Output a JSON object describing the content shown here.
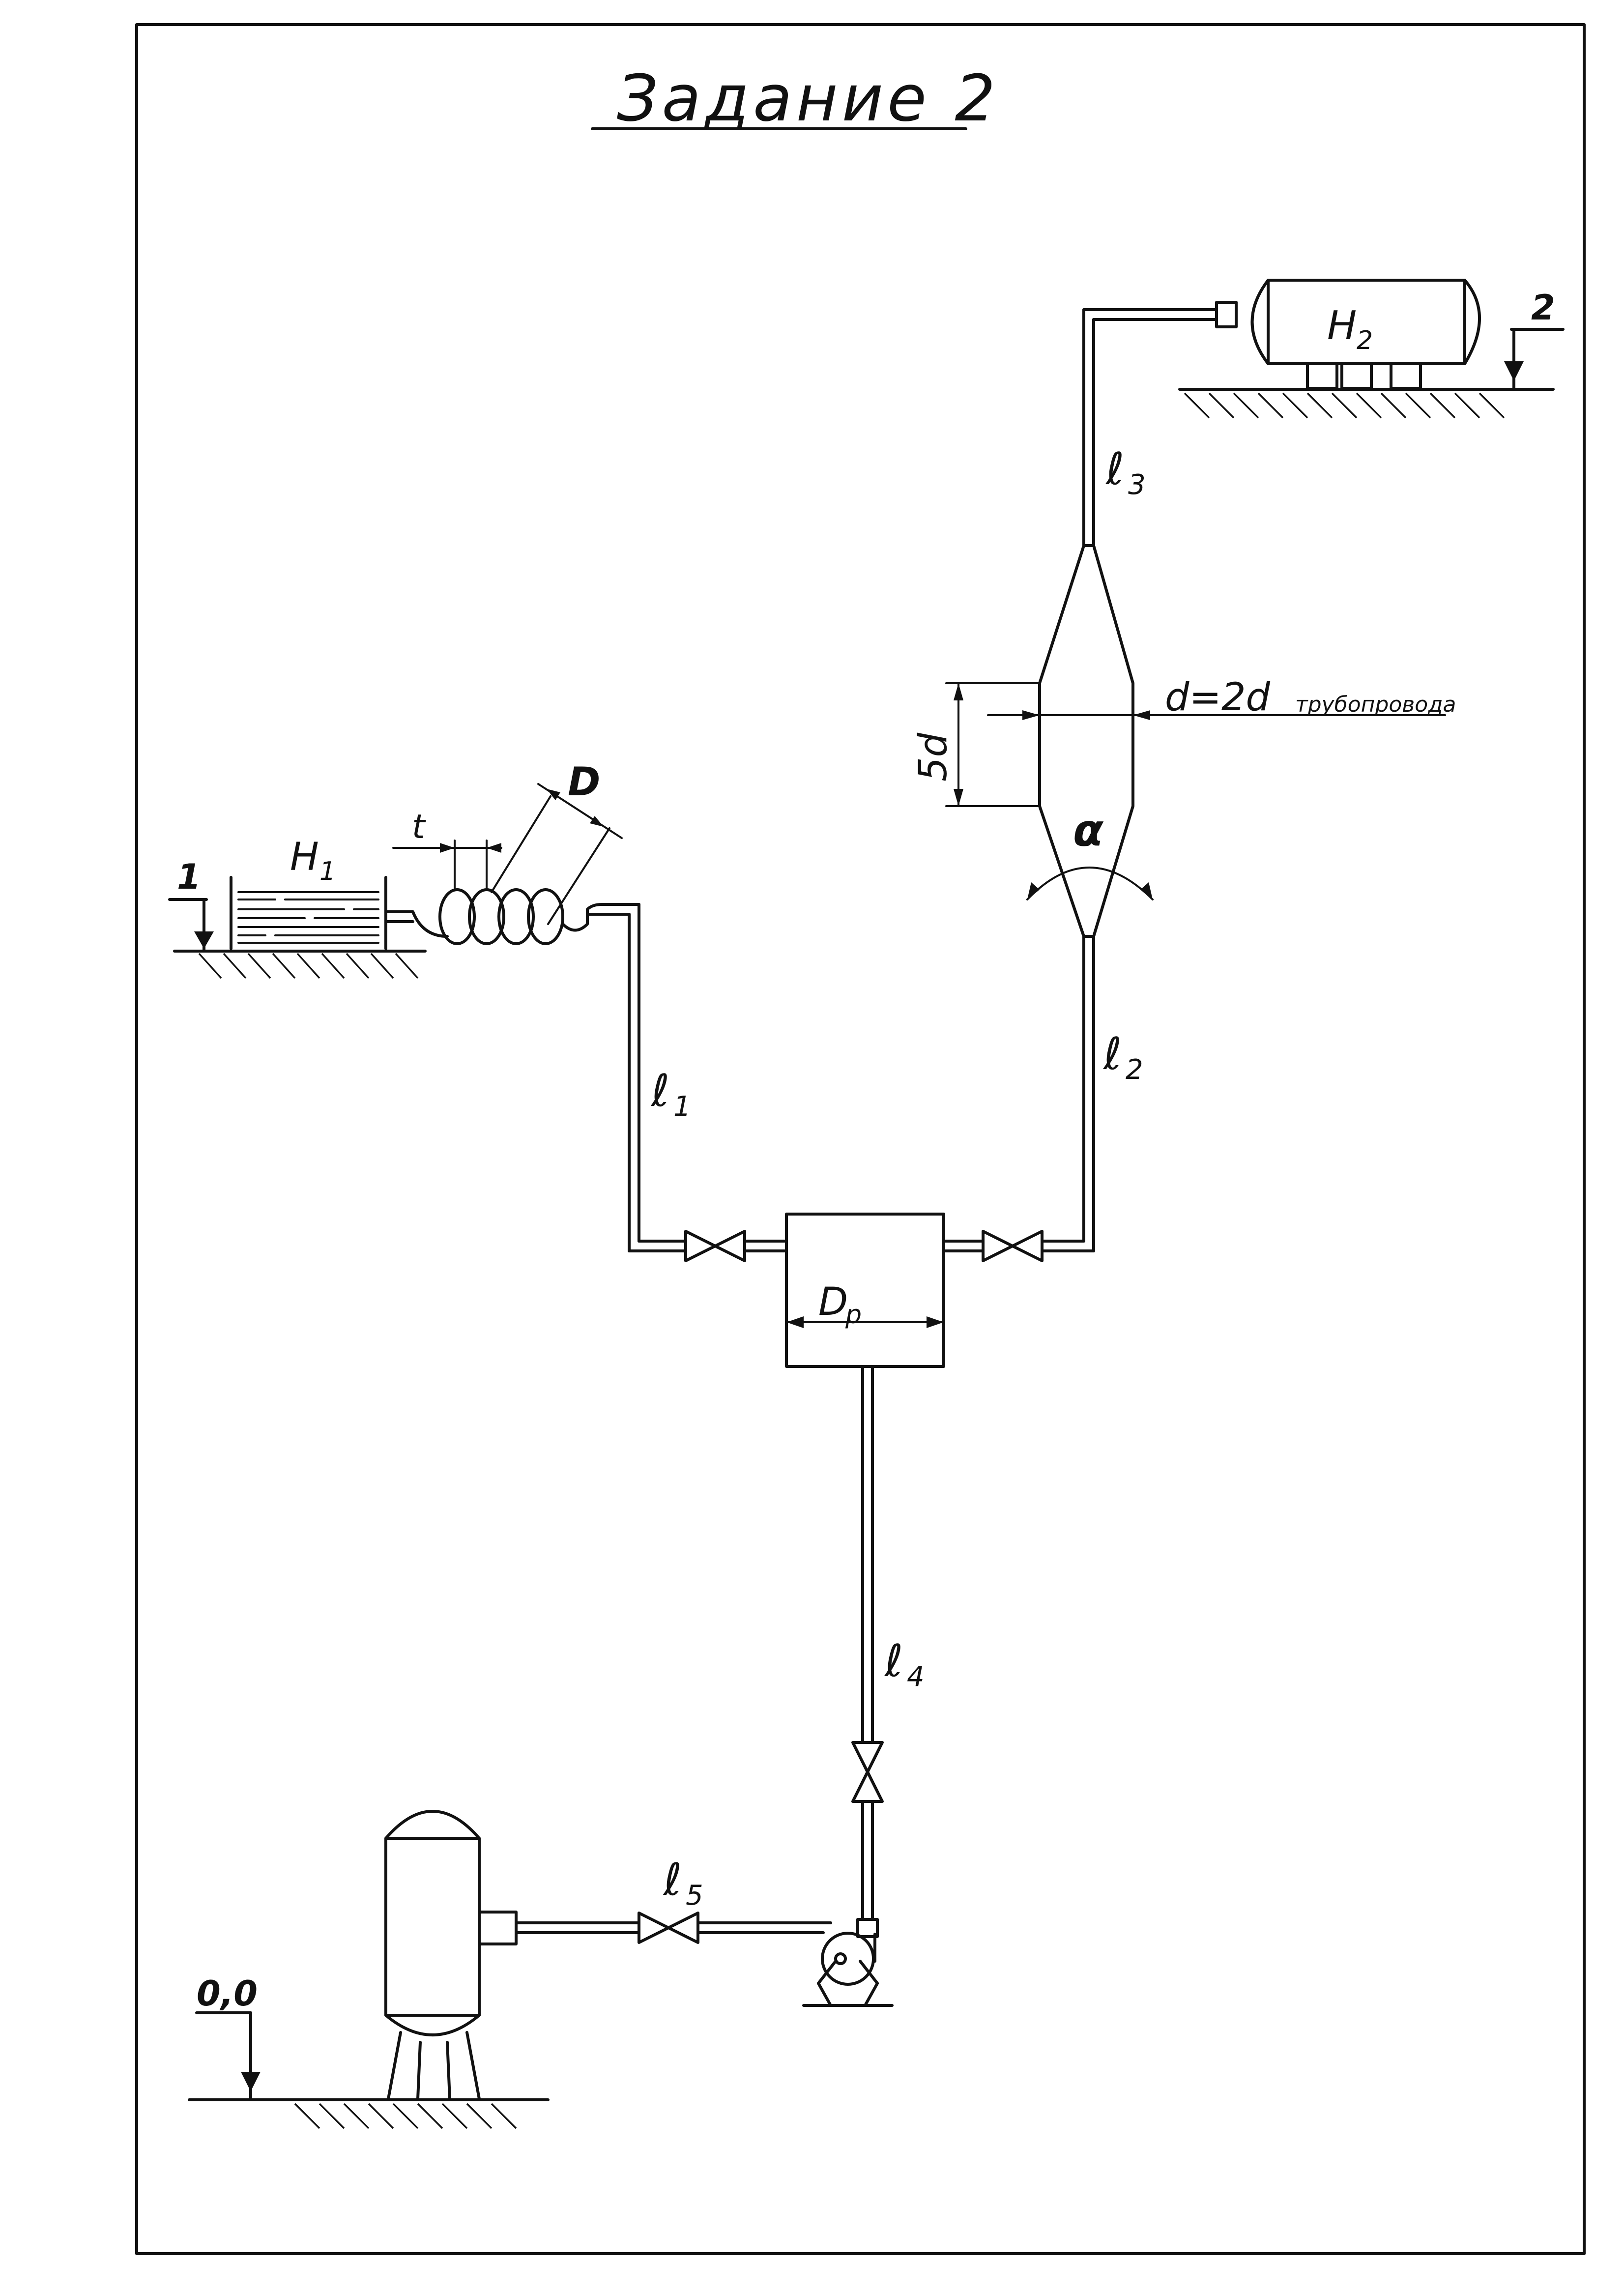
{
  "title": "Задание 2",
  "labels": {
    "level_1": "1",
    "level_2": "2",
    "level_0": "0,0",
    "tank_h1": "H",
    "tank_h1_sub": "1",
    "tank_h2": "H",
    "tank_h2_sub": "2",
    "coil_pitch": "t",
    "coil_diameter": "D",
    "pipe_l1": "ℓ",
    "pipe_l1_sub": "1",
    "pipe_l2": "ℓ",
    "pipe_l2_sub": "2",
    "pipe_l3": "ℓ",
    "pipe_l3_sub": "3",
    "pipe_l4": "ℓ",
    "pipe_l4_sub": "4",
    "pipe_l5": "ℓ",
    "pipe_l5_sub": "5",
    "separator_diameter": "D",
    "separator_diameter_sub": "p",
    "diffuser_length": "5d",
    "diffuser_diameter": "d=2d",
    "diffuser_diameter_sub": "трубопровода",
    "diffuser_angle": "α"
  }
}
